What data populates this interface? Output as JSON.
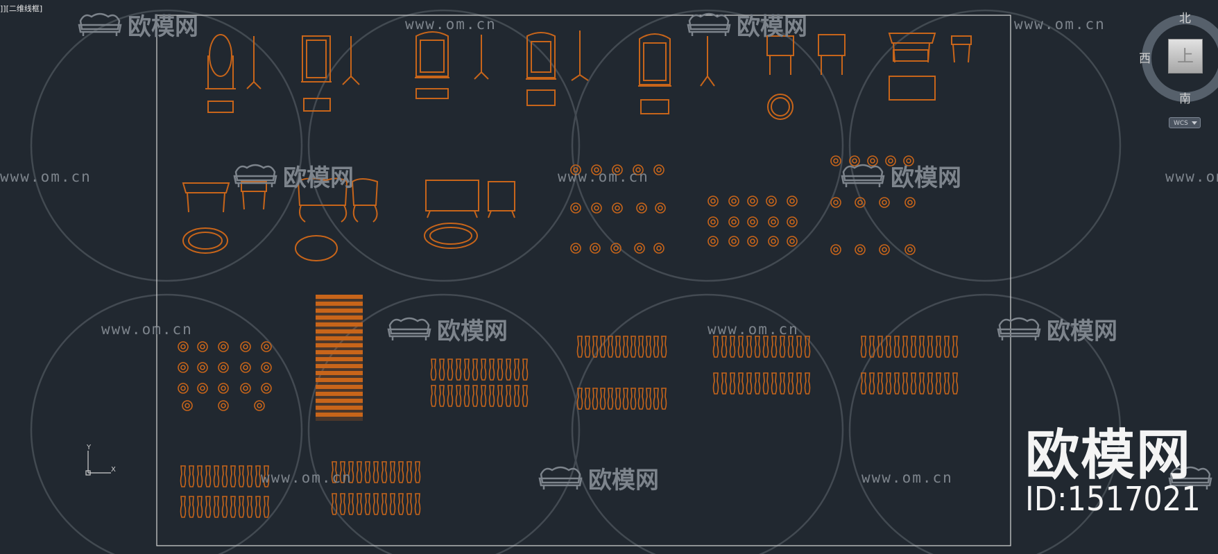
{
  "viewport": {
    "label": "]][二维线框]"
  },
  "viewcube": {
    "north": "北",
    "west": "西",
    "south": "南",
    "face": "上",
    "wcs_label": "WCS"
  },
  "ucs": {
    "x": "X",
    "y": "Y"
  },
  "watermark": {
    "url": "www.om.cn",
    "logo_text": "欧模网"
  },
  "branding": {
    "name": "欧模网",
    "id": "ID:1517021"
  },
  "colors": {
    "background": "#212830",
    "drawing": "#c8651a",
    "frame": "#d8d8d8",
    "watermark": "#7d848c"
  }
}
